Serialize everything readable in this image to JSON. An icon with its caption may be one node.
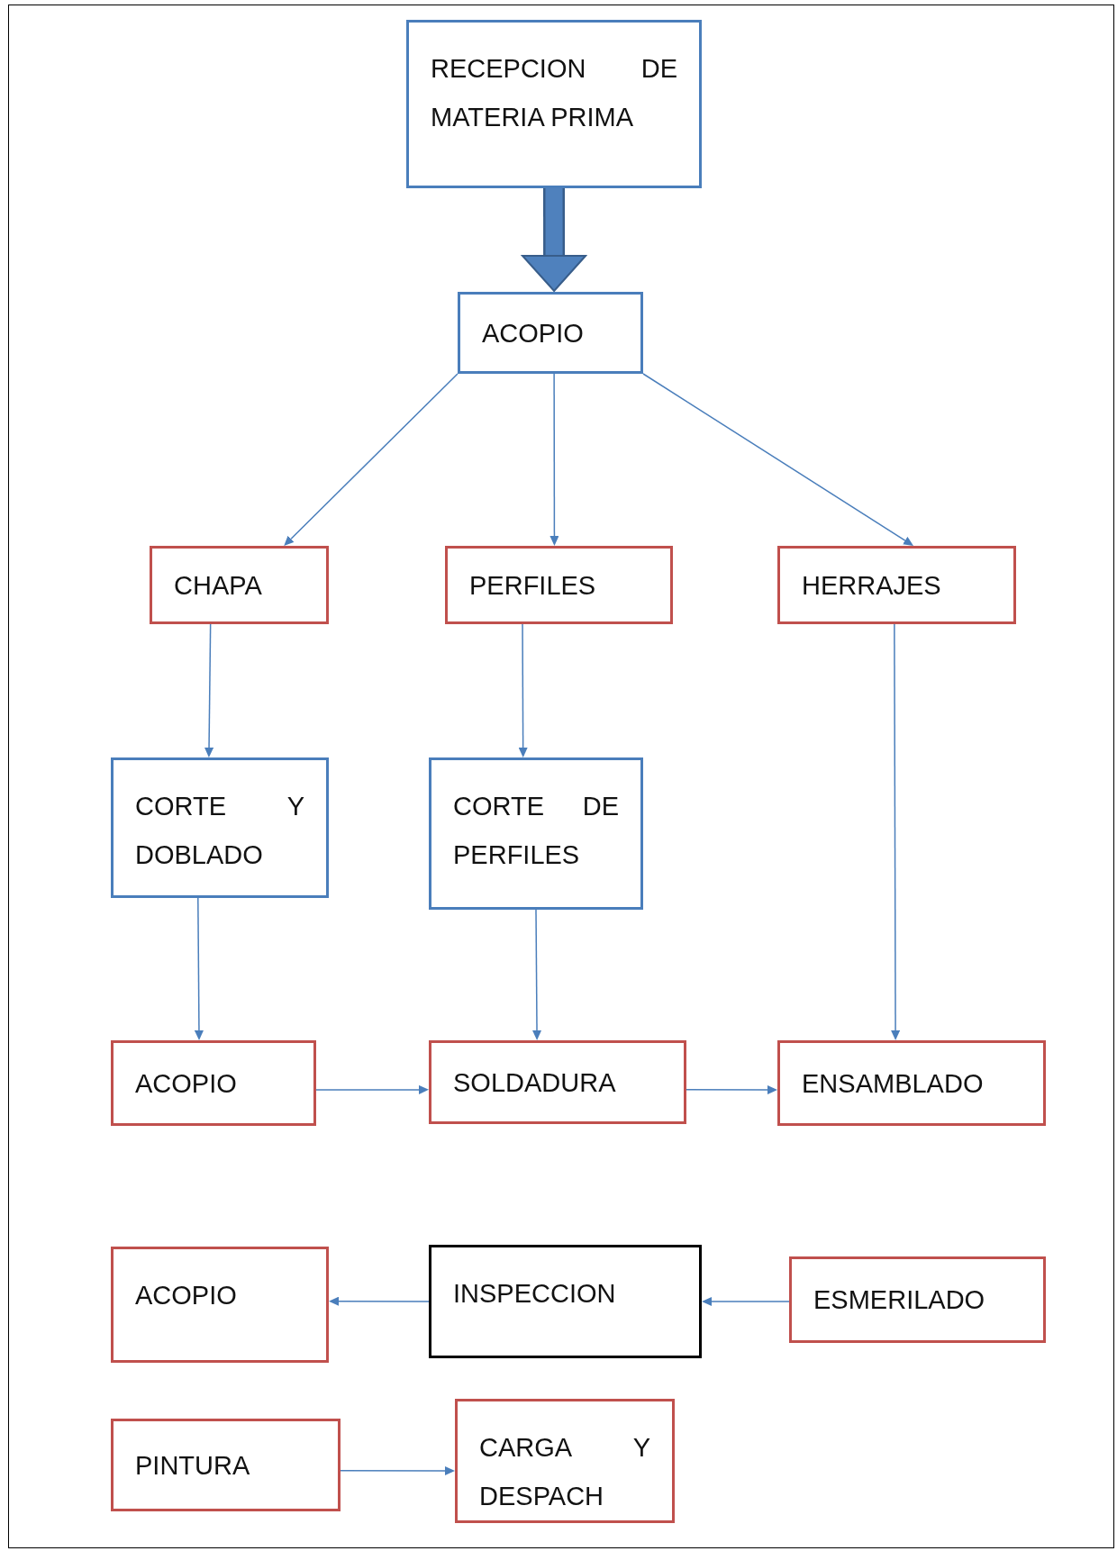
{
  "diagram": {
    "nodes": [
      {
        "text": [
          "RECEPCION DE MATERIA PRIMA"
        ]
      },
      {
        "text": [
          "ACOPIO"
        ]
      },
      {
        "text": [
          "CHAPA"
        ]
      },
      {
        "text": [
          "PERFILES"
        ]
      },
      {
        "text": [
          "HERRAJES"
        ]
      },
      {
        "text": [
          "CORTE Y DOBLADO"
        ]
      },
      {
        "text": [
          "CORTE DE PERFILES"
        ]
      },
      {
        "text": [
          "ACOPIO"
        ]
      },
      {
        "text": [
          "SOLDADURA"
        ]
      },
      {
        "text": [
          "ENSAMBLADO"
        ]
      },
      {
        "text": [
          "ACOPIO"
        ]
      },
      {
        "text": [
          "INSPECCION"
        ]
      },
      {
        "text": [
          "ESMERILADO"
        ]
      },
      {
        "text": [
          "PINTURA"
        ]
      },
      {
        "text": [
          "CARGA Y DESPACH"
        ]
      }
    ],
    "edges": [
      {
        "from": 0,
        "to": 1,
        "arrow": "to",
        "style": "thick"
      },
      {
        "from": 1,
        "to": 2,
        "arrow": "to"
      },
      {
        "from": 1,
        "to": 3,
        "arrow": "to"
      },
      {
        "from": 1,
        "to": 4,
        "arrow": "to"
      },
      {
        "from": 2,
        "to": 5,
        "arrow": "to"
      },
      {
        "from": 3,
        "to": 6,
        "arrow": "to"
      },
      {
        "from": 5,
        "to": 7,
        "arrow": "to"
      },
      {
        "from": 6,
        "to": 8,
        "arrow": "to"
      },
      {
        "from": 4,
        "to": 9,
        "arrow": "to"
      },
      {
        "from": 7,
        "to": 8,
        "arrow": "to"
      },
      {
        "from": 8,
        "to": 9,
        "arrow": "to"
      },
      {
        "from": 11,
        "to": 10,
        "arrow": "to"
      },
      {
        "from": 12,
        "to": 11,
        "arrow": "to"
      },
      {
        "from": 13,
        "to": 14,
        "arrow": "to"
      }
    ]
  }
}
